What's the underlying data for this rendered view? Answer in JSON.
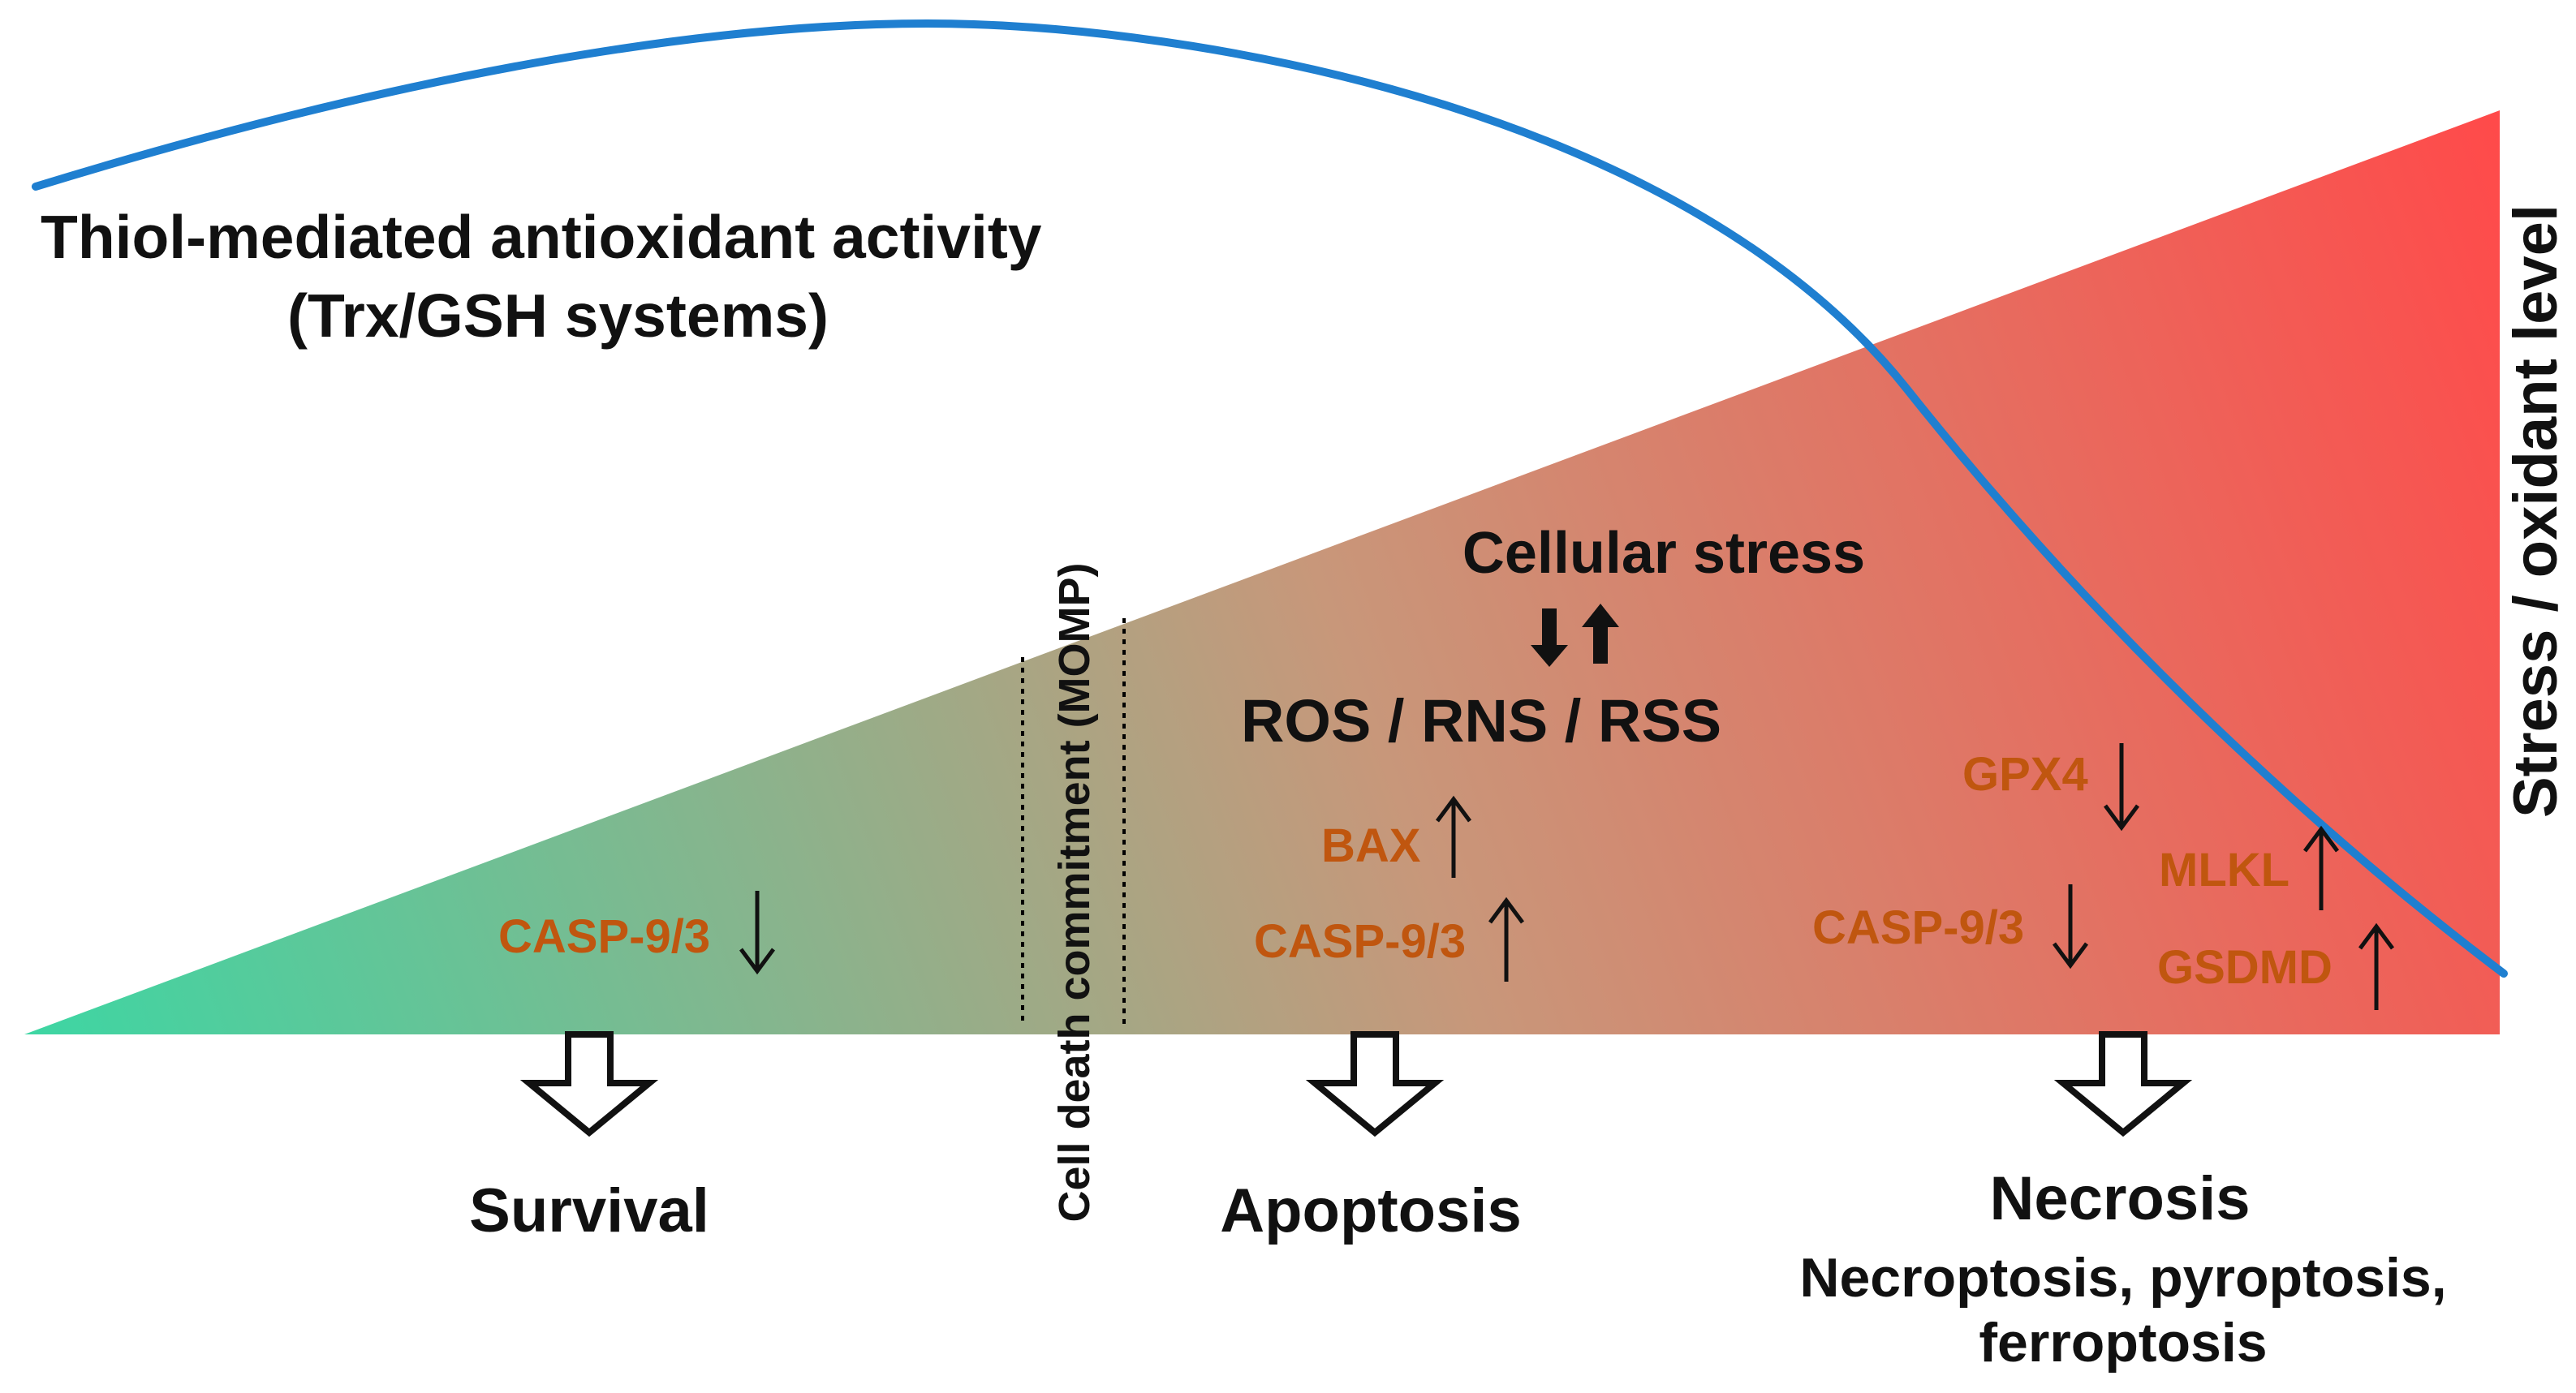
{
  "curve": {
    "label_line1": "Thiol-mediated antioxidant activity",
    "label_line2": "(Trx/GSH systems)",
    "color": "#1f7fd0"
  },
  "stress_axis": {
    "label": "Stress / oxidant level"
  },
  "gradient": {
    "start_color": "#3dd6a3",
    "mid_color": "#c8977a",
    "end_color": "#ff4a4a"
  },
  "commitment": {
    "label": "Cell death commitment (MOMP)"
  },
  "center": {
    "cellular_stress": "Cellular stress",
    "ros": "ROS / RNS / RSS"
  },
  "markers": {
    "survival_casp": "CASP-9/3",
    "apoptosis_bax": "BAX",
    "apoptosis_casp": "CASP-9/3",
    "necrosis_gpx4": "GPX4",
    "necrosis_casp": "CASP-9/3",
    "necrosis_mlkl": "MLKL",
    "necrosis_gsdmd": "GSDMD",
    "color": "#c0560f"
  },
  "outcomes": {
    "survival": "Survival",
    "apoptosis": "Apoptosis",
    "necrosis": "Necrosis",
    "necrosis_sub1": "Necroptosis, pyroptosis,",
    "necrosis_sub2": "ferroptosis"
  }
}
